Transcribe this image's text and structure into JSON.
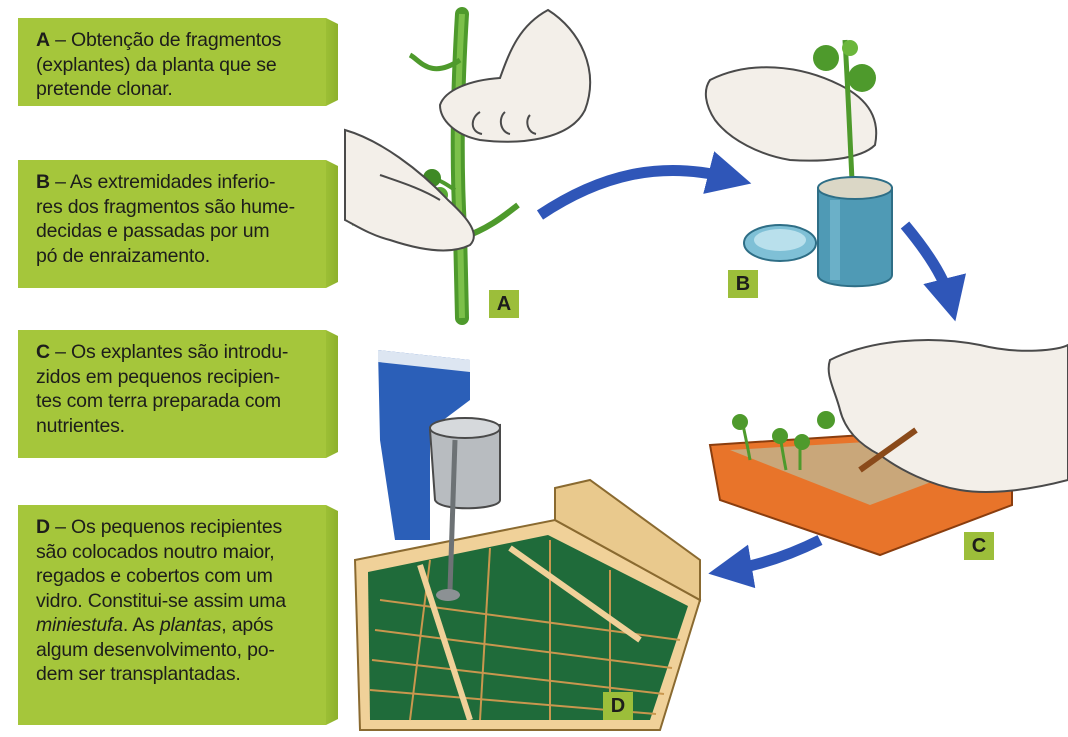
{
  "steps": [
    {
      "letter": "A",
      "lines": [
        "– Obtenção de fragmentos",
        "(explantes) da planta que se",
        "pretende clonar."
      ]
    },
    {
      "letter": "B",
      "lines": [
        "– As extremidades inferio-",
        "res dos fragmentos são hume-",
        "decidas e passadas por um",
        "pó de enraizamento."
      ]
    },
    {
      "letter": "C",
      "lines": [
        "– Os explantes são introdu-",
        "zidos em pequenos recipien-",
        "tes com terra preparada com",
        "nutrientes."
      ]
    },
    {
      "letter": "D",
      "lines": [
        "– Os pequenos recipientes",
        "são colocados noutro maior,",
        "regados e cobertos com um",
        "vidro. Constitui-se assim uma"
      ],
      "line5_pre": "miniestufa",
      "line5_mid": ". As ",
      "line5_em2": "plantas",
      "line5_post": ", após",
      "lines_end": [
        "algum desenvolvimento, po-",
        "dem ser transplantadas."
      ]
    }
  ],
  "tags": {
    "a": "A",
    "b": "B",
    "c": "C",
    "d": "D"
  },
  "colors": {
    "panel": "#a5c63b",
    "arrow": "#2f56b8",
    "leaf": "#3f9b2e",
    "tray": "#e8742a",
    "can": "#5a9bb5"
  }
}
